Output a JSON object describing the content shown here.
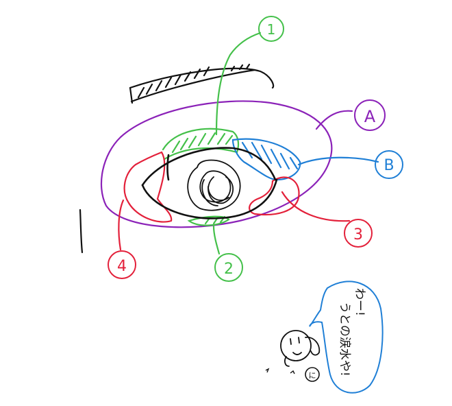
{
  "labels": {
    "one": "1",
    "two": "2",
    "three": "3",
    "four": "4",
    "a": "A",
    "b": "B",
    "ni": "に"
  },
  "speech": {
    "line1": "わー!",
    "line2": "うとの涙水や!"
  },
  "colors": {
    "black": "#111111",
    "purple": "#8b22b8",
    "green": "#44c04a",
    "blue": "#1f7fd6",
    "red": "#e3203a"
  }
}
